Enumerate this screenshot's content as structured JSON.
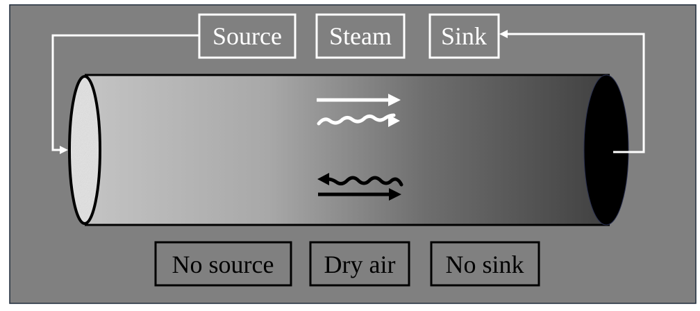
{
  "top_labels": {
    "source": "Source",
    "steam": "Steam",
    "sink": "Sink"
  },
  "bottom_labels": {
    "no_source": "No source",
    "dry_air": "Dry air",
    "no_sink": "No sink"
  },
  "colors": {
    "background": "#808080",
    "tube_light": "#c0c0c0",
    "tube_dark": "#404040",
    "top_label_color": "#ffffff",
    "bottom_label_color": "#000000",
    "left_cap": "#e0e0e0",
    "right_cap": "#000000"
  },
  "arrows": {
    "upper": [
      "straight-right-white",
      "wavy-right-white"
    ],
    "lower": [
      "wavy-left-black",
      "straight-right-black"
    ]
  }
}
